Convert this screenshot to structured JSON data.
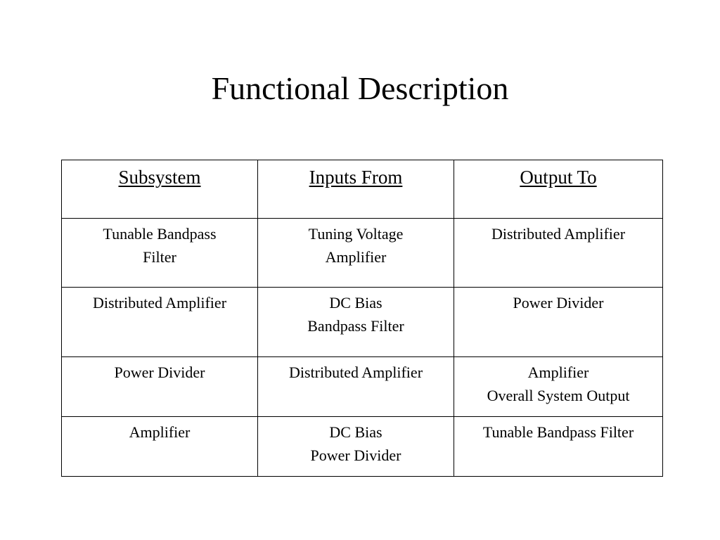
{
  "title": "Functional Description",
  "table": {
    "headers": [
      "Subsystem",
      "Inputs From",
      "Output To"
    ],
    "rows": [
      [
        "Tunable Bandpass\nFilter",
        "Tuning Voltage\nAmplifier",
        "Distributed Amplifier"
      ],
      [
        "Distributed Amplifier",
        "DC Bias\nBandpass Filter",
        "Power Divider"
      ],
      [
        "Power Divider",
        "Distributed Amplifier",
        "Amplifier\nOverall System Output"
      ],
      [
        "Amplifier",
        "DC Bias\nPower Divider",
        "Tunable Bandpass Filter"
      ]
    ]
  }
}
